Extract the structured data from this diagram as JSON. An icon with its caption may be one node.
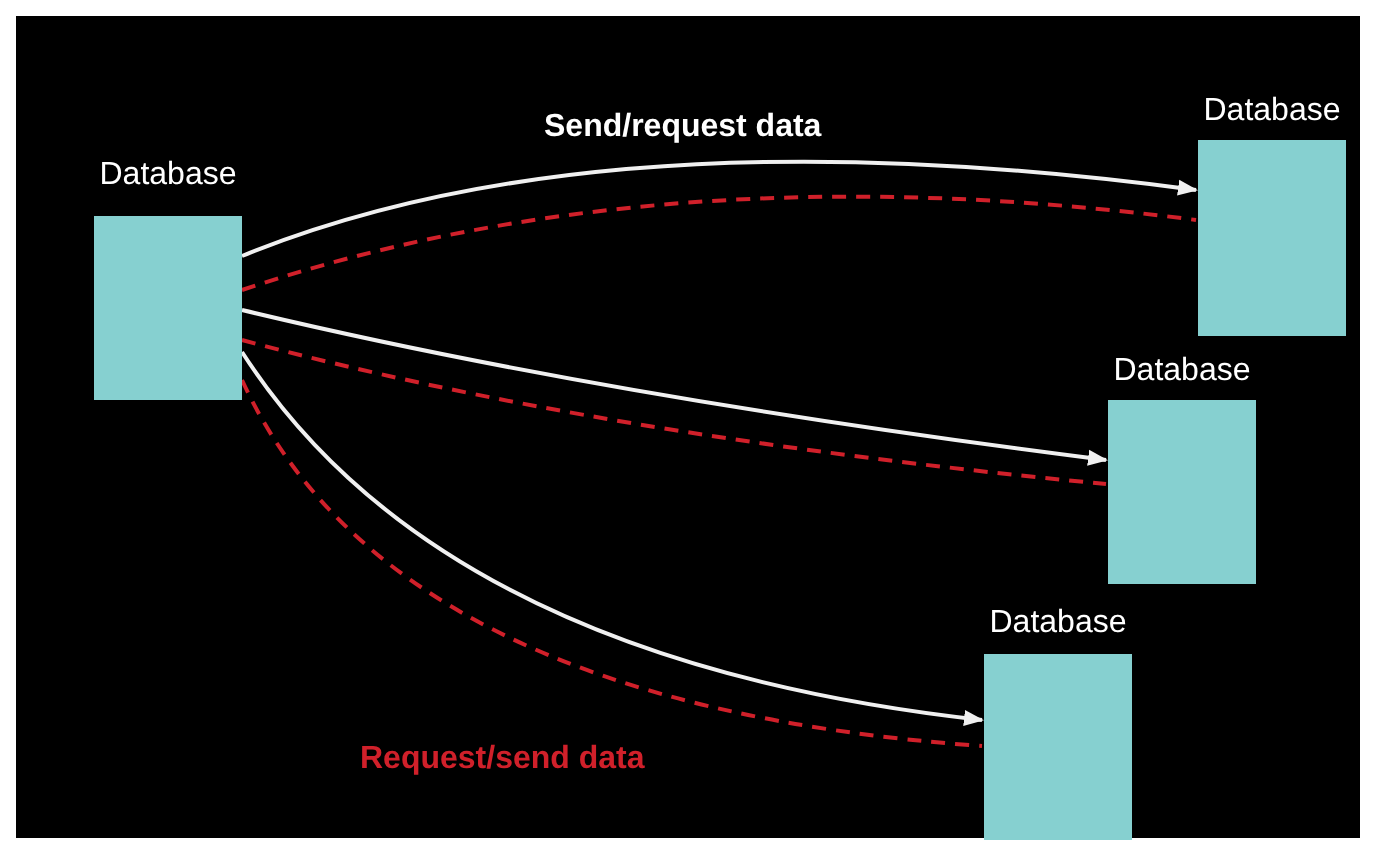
{
  "diagram": {
    "nodes": [
      {
        "text": [
          "Database"
        ]
      },
      {
        "text": [
          "Database"
        ]
      },
      {
        "text": [
          "Database"
        ]
      },
      {
        "text": [
          "Database"
        ]
      }
    ],
    "edges": [
      {
        "from": 0,
        "to": 1,
        "arrow": "to",
        "label": "Send/request data"
      },
      {
        "from": 0,
        "to": 1,
        "arrow": "none",
        "style": "dashed",
        "color": "#d0202a"
      },
      {
        "from": 0,
        "to": 2,
        "arrow": "to"
      },
      {
        "from": 0,
        "to": 2,
        "arrow": "none",
        "style": "dashed",
        "color": "#d0202a"
      },
      {
        "from": 0,
        "to": 3,
        "arrow": "to"
      },
      {
        "from": 0,
        "to": 3,
        "arrow": "none",
        "style": "dashed",
        "color": "#d0202a",
        "label": "Request/send data"
      }
    ]
  }
}
